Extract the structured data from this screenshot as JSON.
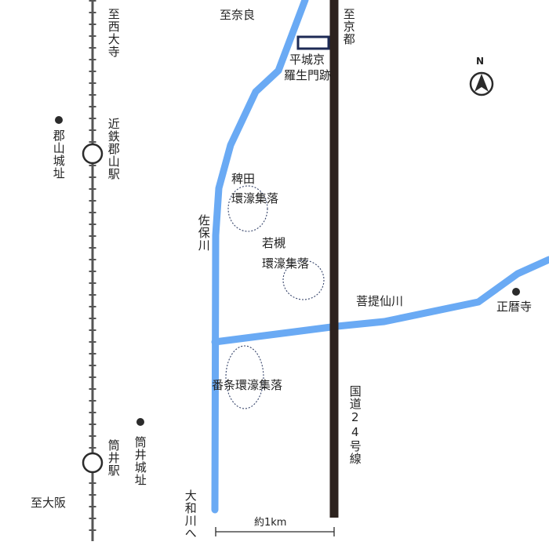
{
  "colors": {
    "river": "#6aaaf4",
    "road": "#2d221e",
    "rail": "#555555",
    "text": "#222222",
    "outline": "#1d2a55"
  },
  "labels": {
    "to_nishi_ooji": "至西大寺",
    "to_nara": "至奈良",
    "to_kyoto": "至京都",
    "heijo": "平城京",
    "rajomon": "羅生門跡",
    "north_mark": "N",
    "kintetsu_koriyama": "近鉄郡山駅",
    "koriyama_castle": "郡山城址",
    "hieda_line1": "稗田",
    "hieda_line2": "環濠集落",
    "saho_river": "佐保川",
    "wakatsuki_line1": "若槻",
    "wakatsuki_line2": "環濠集落",
    "bodaisen_river": "菩提仙川",
    "shoryakuji": "正暦寺",
    "banjo": "番条環濠集落",
    "route24": "国道24号線",
    "tsutsui_station": "筒井駅",
    "tsutsui_castle": "筒井城址",
    "to_osaka": "至大阪",
    "to_yamato_river": "大和川へ",
    "scale": "約1km"
  },
  "icons": [
    "station-circle-icon",
    "site-dot-icon",
    "north-arrow-icon",
    "heijo-rectangle-icon",
    "dotted-moat-circle-icon",
    "scale-bar-icon"
  ]
}
